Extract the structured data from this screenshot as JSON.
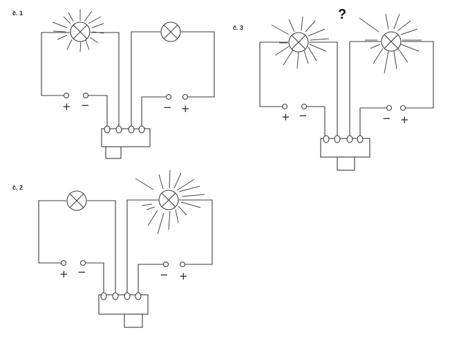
{
  "labels": {
    "c1": "č. 1",
    "c2": "č. 2",
    "c3": "č. 3",
    "question": "?"
  },
  "symbols": {
    "plus": "+",
    "minus": "−"
  },
  "circuits": [
    {
      "id": "c1",
      "left_bulb_lit": true,
      "right_bulb_lit": false
    },
    {
      "id": "c2",
      "left_bulb_lit": false,
      "right_bulb_lit": true
    },
    {
      "id": "c3",
      "left_bulb_lit": true,
      "right_bulb_lit": true
    }
  ]
}
